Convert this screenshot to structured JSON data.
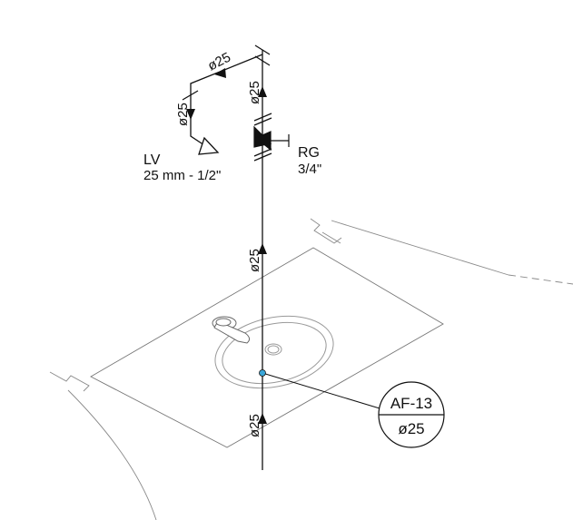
{
  "labels": {
    "dim_top": "ø25",
    "dim_left": "ø25",
    "dim_riser_top": "ø25",
    "dim_riser_mid": "ø25",
    "dim_riser_bottom": "ø25",
    "lv_title": "LV",
    "lv_size": "25 mm - 1/2\"",
    "rg_title": "RG",
    "rg_size": "3/4\""
  },
  "tag": {
    "id": "AF-13",
    "diameter": "ø25"
  },
  "colors": {
    "line": "#111111",
    "light_line": "#8a8a8a",
    "node": "#3aa6d8"
  }
}
